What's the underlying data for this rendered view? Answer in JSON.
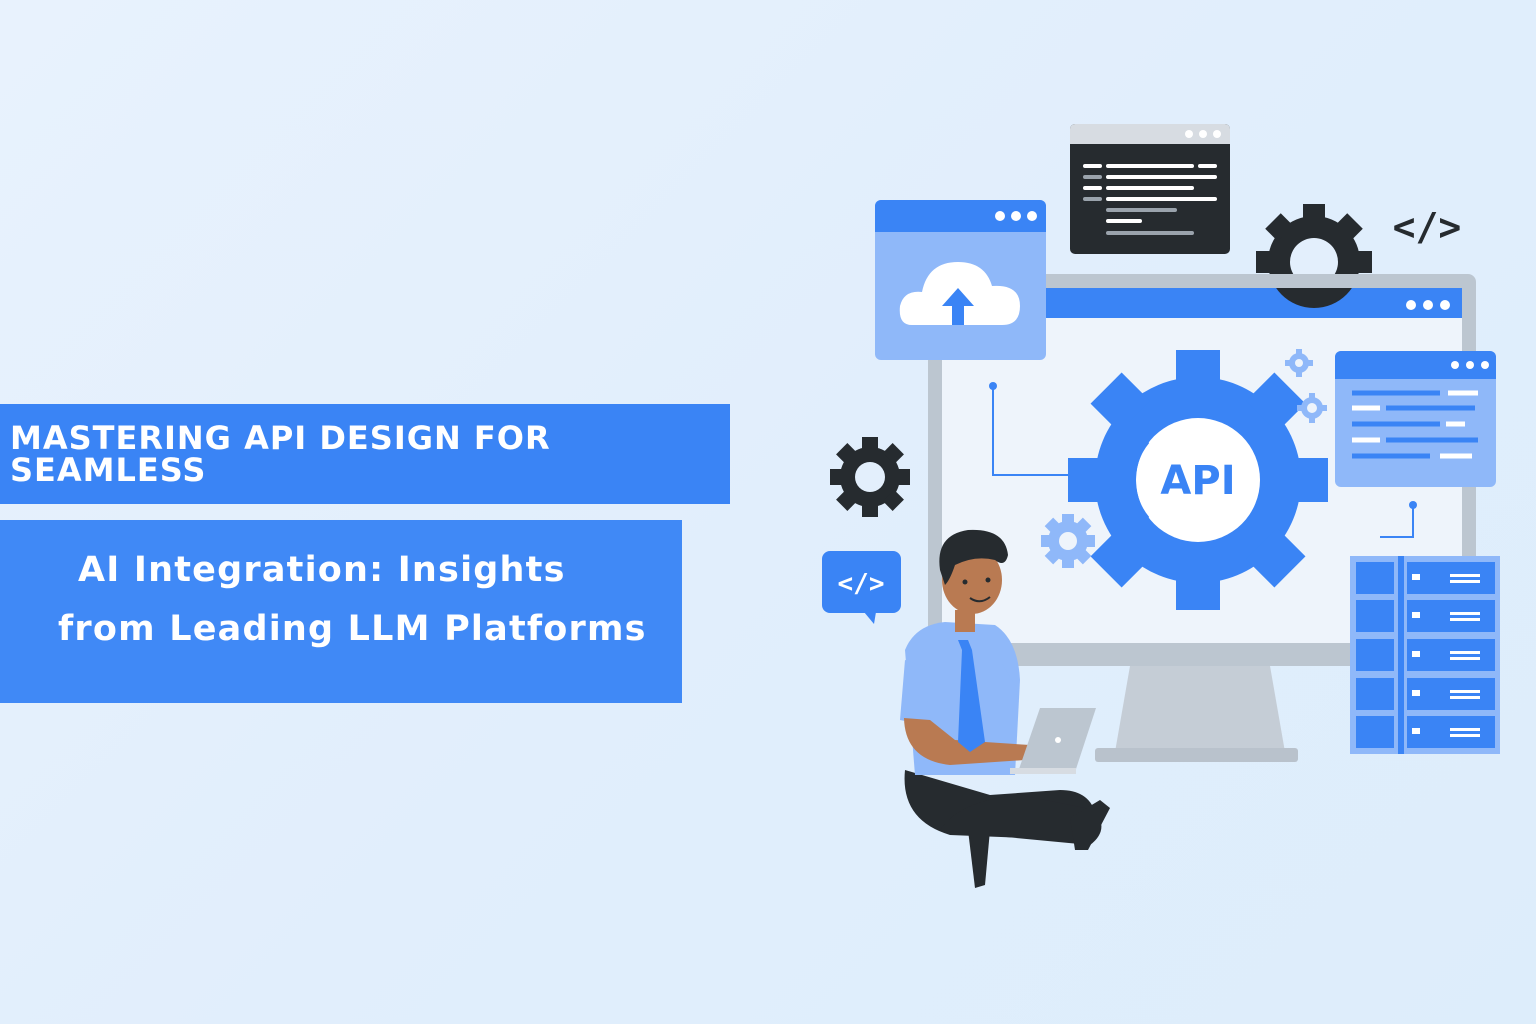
{
  "headline": {
    "line1": "MASTERING API DESIGN FOR SEAMLESS",
    "line2": "AI Integration: Insights",
    "line3": "from Leading LLM Platforms"
  },
  "illustration": {
    "gear_label": "API",
    "code_tag": "</>",
    "icons": [
      "cloud-upload-icon",
      "gear-icon",
      "code-icon",
      "server-rack-icon",
      "terminal-window-icon",
      "laptop-icon"
    ]
  },
  "colors": {
    "background": "#e3effc",
    "accent": "#3a84f5",
    "dark": "#262b2f",
    "light_blue": "#8fb8f9"
  }
}
